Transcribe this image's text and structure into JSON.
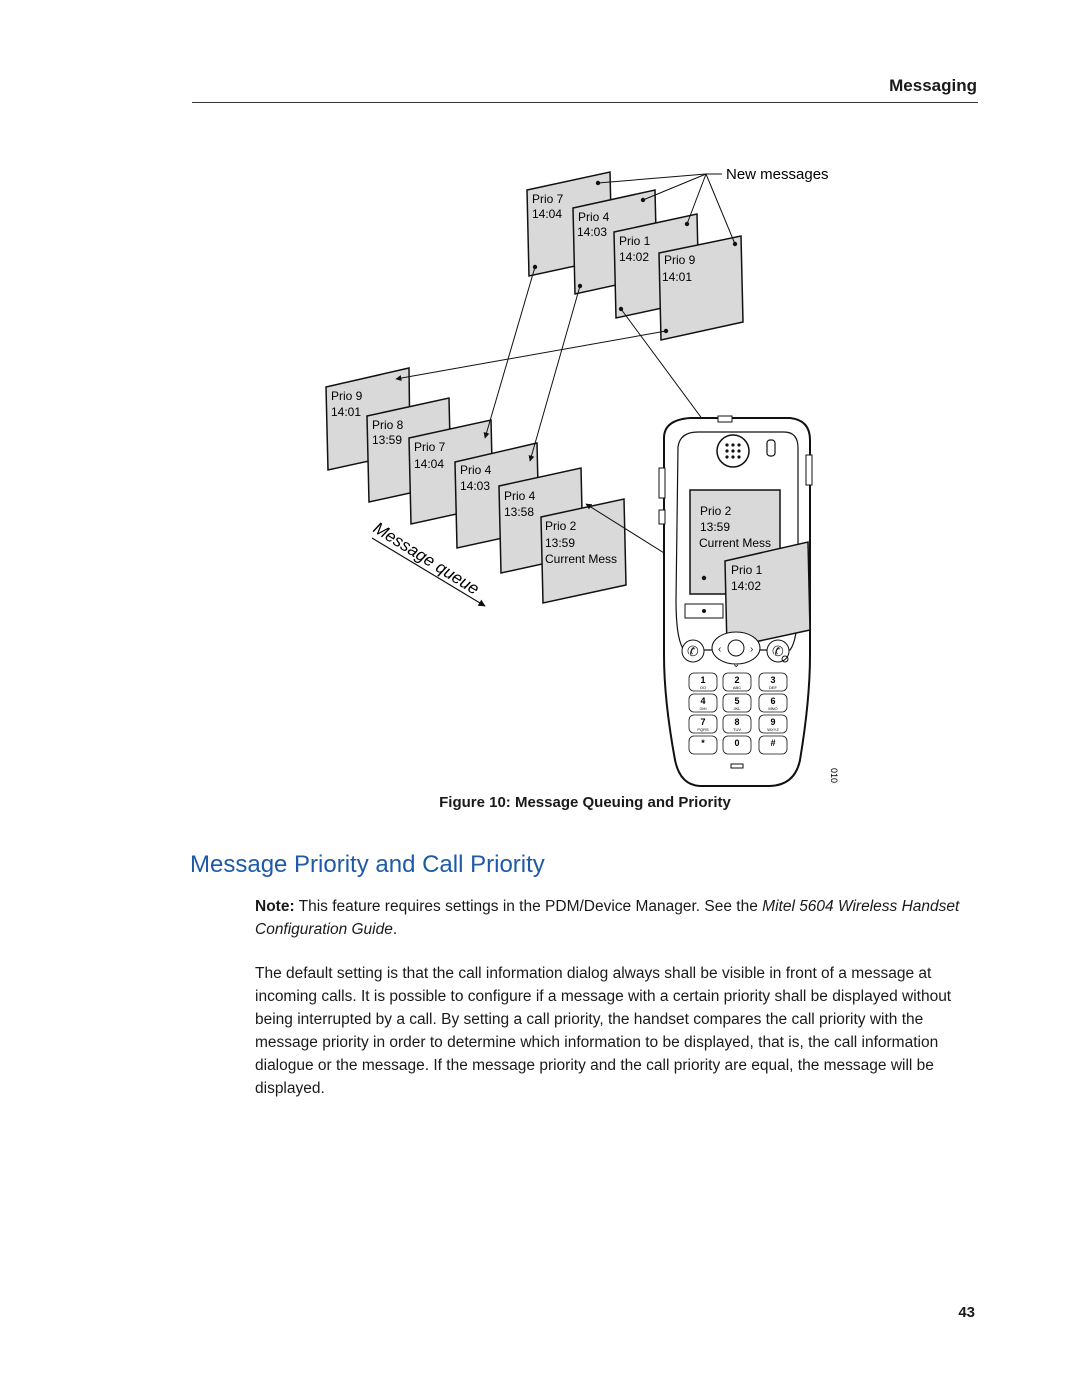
{
  "header": {
    "section_title": "Messaging"
  },
  "figure": {
    "new_messages_label": "New messages",
    "queue_label": "Message queue",
    "ref_code": "010",
    "new_cards": [
      {
        "prio": "Prio 7",
        "time": "14:04"
      },
      {
        "prio": "Prio 4",
        "time": "14:03"
      },
      {
        "prio": "Prio 1",
        "time": "14:02"
      },
      {
        "prio": "Prio 9",
        "time": "14:01"
      }
    ],
    "queue_cards": [
      {
        "prio": "Prio 9",
        "time": "14:01",
        "extra": ""
      },
      {
        "prio": "Prio 8",
        "time": "13:59",
        "extra": ""
      },
      {
        "prio": "Prio 7",
        "time": "14:04",
        "extra": ""
      },
      {
        "prio": "Prio 4",
        "time": "14:03",
        "extra": ""
      },
      {
        "prio": "Prio 4",
        "time": "13:58",
        "extra": ""
      },
      {
        "prio": "Prio 2",
        "time": "13:59",
        "extra": "Current Mess"
      }
    ],
    "phone_screen": {
      "prio": "Prio 2",
      "time": "13:59",
      "extra": "Current Mess"
    },
    "phone_overlay": {
      "prio": "Prio 1",
      "time": "14:02"
    },
    "keypad": [
      {
        "digit": "1",
        "letters": "OO"
      },
      {
        "digit": "2",
        "letters": "ABC"
      },
      {
        "digit": "3",
        "letters": "DEF"
      },
      {
        "digit": "4",
        "letters": "GHI"
      },
      {
        "digit": "5",
        "letters": "JKL"
      },
      {
        "digit": "6",
        "letters": "MNO"
      },
      {
        "digit": "7",
        "letters": "PQRS"
      },
      {
        "digit": "8",
        "letters": "TUV"
      },
      {
        "digit": "9",
        "letters": "WXYZ"
      },
      {
        "digit": "*",
        "letters": ""
      },
      {
        "digit": "0",
        "letters": ""
      },
      {
        "digit": "#",
        "letters": ""
      }
    ],
    "caption": "Figure 10: Message Queuing and Priority"
  },
  "section": {
    "heading": "Message Priority and Call Priority",
    "note_label": "Note:",
    "note_text": " This feature requires settings in the PDM/Device Manager. See the ",
    "note_ref": "Mitel 5604 Wireless Handset Configuration Guide",
    "note_end": ".",
    "paragraph": "The default setting is that the call information dialog always shall be visible in front of a message at incoming calls. It is possible to configure if a message with a certain priority shall be displayed without being interrupted by a call. By setting a call priority, the handset compares the call priority with the message priority in order to determine which information to be displayed, that is, the call information dialogue or the message. If the message priority and the call priority are equal, the message will be displayed."
  },
  "page_number": "43"
}
